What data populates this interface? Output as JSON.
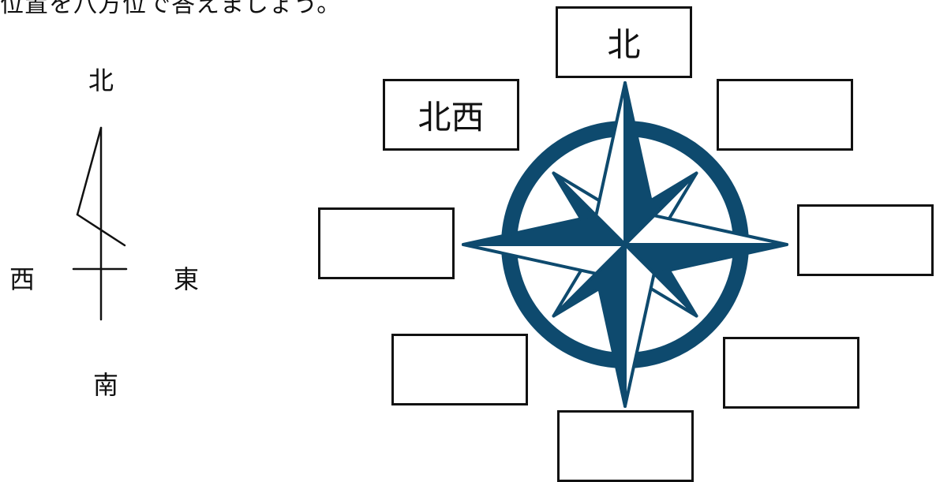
{
  "instruction": "位置を八方位で答えましょう。",
  "small_diagram": {
    "north": "北",
    "west": "西",
    "east": "東",
    "south": "南"
  },
  "compass": {
    "color": "#0e4a6e",
    "boxes": {
      "n": "北",
      "nw": "北西",
      "ne": "",
      "w": "",
      "e": "",
      "sw": "",
      "se": "",
      "s": ""
    }
  }
}
